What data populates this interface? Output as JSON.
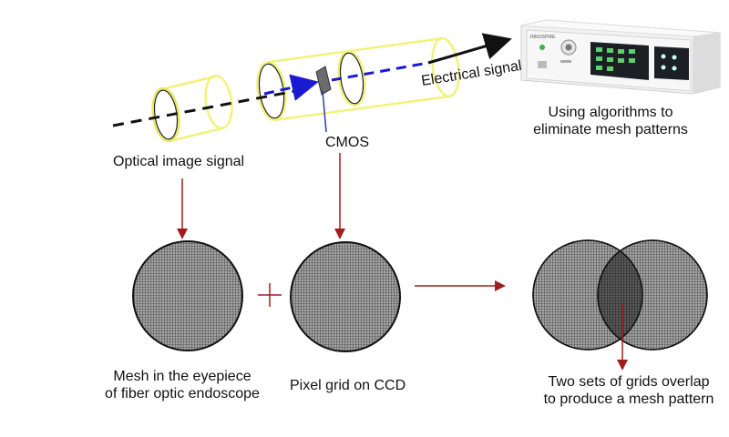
{
  "labels": {
    "optical_image_signal": "Optical image signal",
    "cmos": "CMOS",
    "electrical_signal": "Electrical signal",
    "algorithms": [
      "Using algorithms to",
      "eliminate mesh patterns"
    ],
    "mesh_eyepiece": [
      "Mesh in the eyepiece",
      "of fiber optic endoscope"
    ],
    "pixel_grid": "Pixel grid on CCD",
    "overlap": [
      "Two sets of grids overlap",
      "to produce a mesh pattern"
    ],
    "device_brand": "INNOSPIRE"
  },
  "colors": {
    "tube_outline": "#f2f27a",
    "arrow_red": "#a01e1e",
    "optical_dash": "#111111",
    "electrical_dash": "#1a1ad0",
    "mesh_fill": "#8f8f8f",
    "overlap_fill": "#4a4a4a",
    "device_panel": "#1c1f24"
  },
  "icons": {
    "plus": "plus-icon",
    "device": "endoscope-processor-icon"
  }
}
